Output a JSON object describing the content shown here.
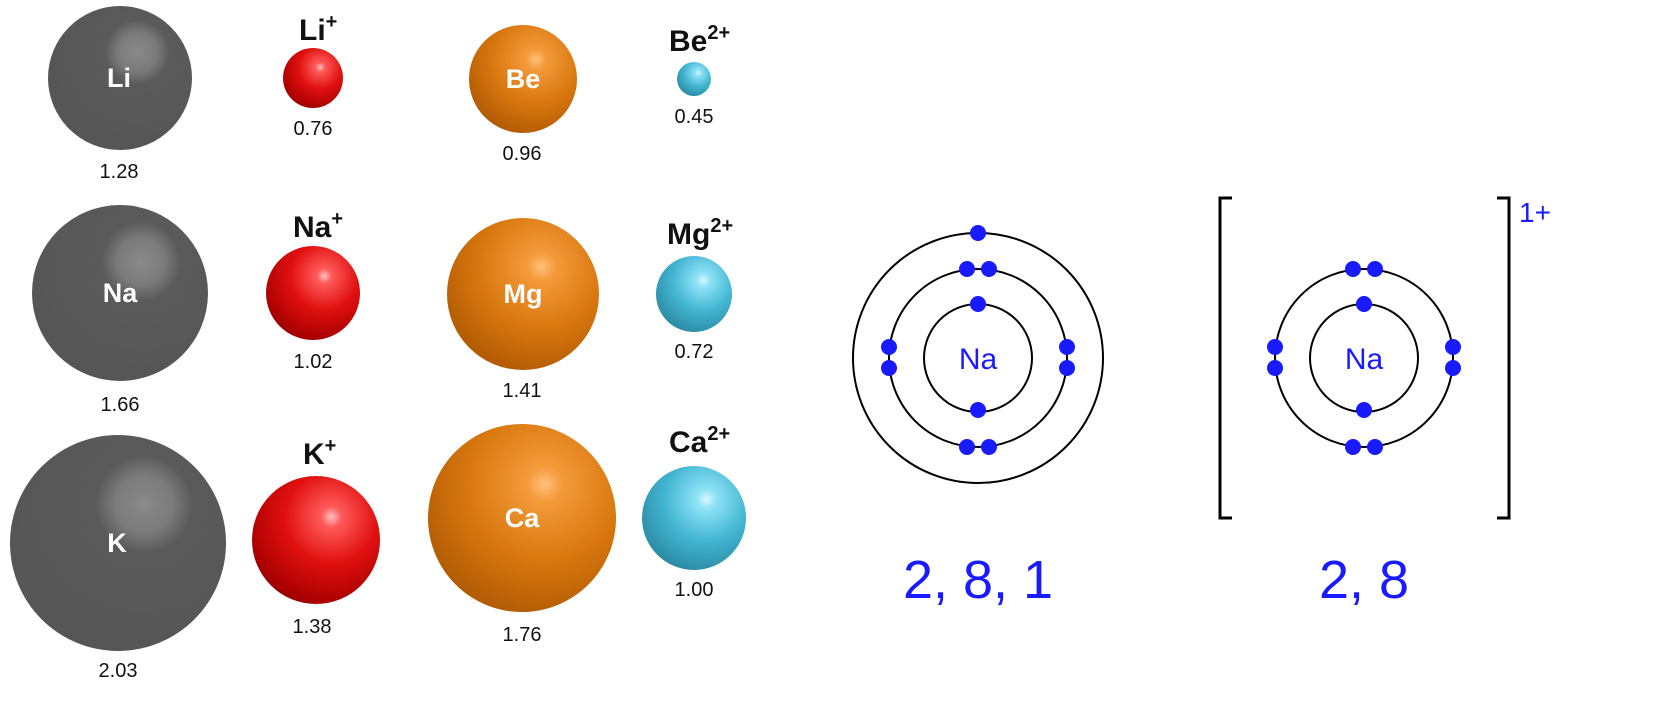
{
  "colors": {
    "atom_gray": "#565656",
    "li_group_ion_red": "#d11212",
    "be_group_atom_orange": "#d4760c",
    "be_group_ion_cyan": "#3aaecb",
    "electron_blue": "#1a1aff",
    "shell_line": "#000000"
  },
  "atoms": [
    {
      "symbol": "Li",
      "radius": "1.28"
    },
    {
      "symbol": "Na",
      "radius": "1.66"
    },
    {
      "symbol": "K",
      "radius": "2.03"
    },
    {
      "symbol": "Be",
      "radius": "0.96"
    },
    {
      "symbol": "Mg",
      "radius": "1.41"
    },
    {
      "symbol": "Ca",
      "radius": "1.76"
    }
  ],
  "ions": [
    {
      "base": "Li",
      "charge": "+",
      "radius": "0.76"
    },
    {
      "base": "Na",
      "charge": "+",
      "radius": "1.02"
    },
    {
      "base": "K",
      "charge": "+",
      "radius": "1.38"
    },
    {
      "base": "Be",
      "charge": "2+",
      "radius": "0.45"
    },
    {
      "base": "Mg",
      "charge": "2+",
      "radius": "0.72"
    },
    {
      "base": "Ca",
      "charge": "2+",
      "radius": "1.00"
    }
  ],
  "bohr_atom": {
    "symbol": "Na",
    "configuration": "2, 8, 1",
    "shells": [
      2,
      8,
      1
    ]
  },
  "bohr_ion": {
    "symbol": "Na",
    "configuration": "2, 8",
    "charge": "1+",
    "shells": [
      2,
      8
    ]
  }
}
